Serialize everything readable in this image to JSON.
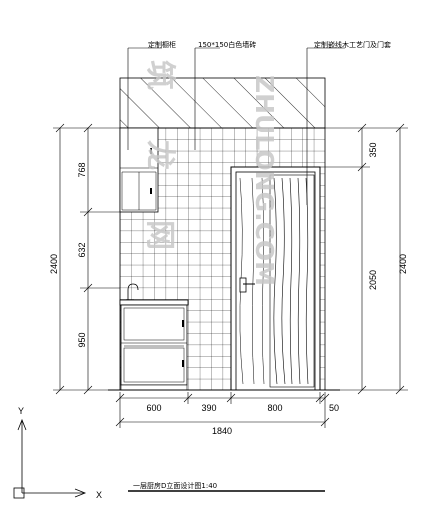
{
  "annotations": {
    "cabinet_label": "定制橱柜",
    "tile_label": "150*150白色墙砖",
    "door_label": "定制嵌线木工艺门及门套"
  },
  "dimensions": {
    "left": [
      "768",
      "632",
      "950"
    ],
    "left_total": "2400",
    "right_top": "350",
    "right_door": "2050",
    "right_total": "2400",
    "bottom": [
      "600",
      "390",
      "800",
      "50"
    ],
    "bottom_total": "1840"
  },
  "caption": "一层厨房D立面设计图1:40",
  "axes": {
    "y": "Y",
    "x": "X"
  },
  "watermark": {
    "brand": "筑龙网",
    "url": "ZHULONG.COM"
  }
}
